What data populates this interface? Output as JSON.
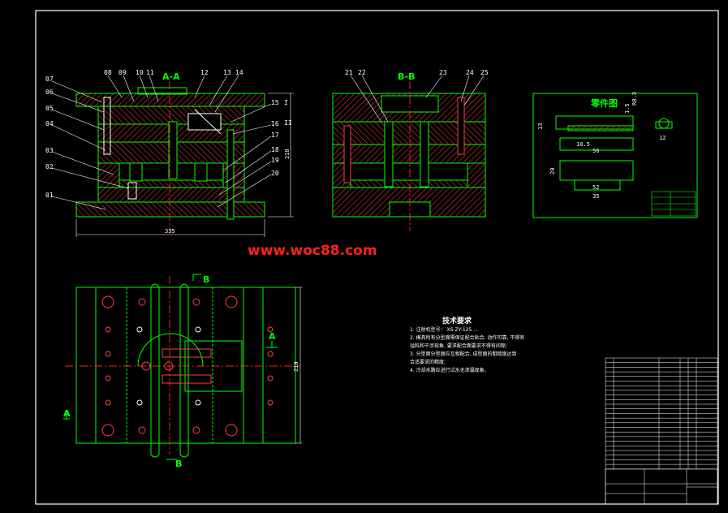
{
  "colors": {
    "background": "#000000",
    "outline": "#00ff00",
    "hatch": "#ff4040",
    "section": "#ffffff",
    "center": "#ff2020",
    "dim": "#ffffff",
    "watermark": "#ff2020"
  },
  "section_aa": {
    "title": "A-A",
    "labels": [
      "07",
      "06",
      "05",
      "04",
      "03",
      "02",
      "01",
      "08",
      "09",
      "10",
      "11",
      "12",
      "13",
      "14",
      "15",
      "16",
      "17",
      "18",
      "19",
      "20"
    ],
    "dim_width": "335",
    "dim_height": "210",
    "cut_i": "I",
    "cut_ii": "II"
  },
  "section_bb": {
    "title": "B-B",
    "labels": [
      "21",
      "22",
      "23",
      "24",
      "25"
    ]
  },
  "part_view": {
    "title": "零件图",
    "dims": [
      "13",
      "1.5",
      "R0.3",
      "10.5",
      "56",
      "20",
      "52",
      "35",
      "12"
    ],
    "table": [
      [
        "",
        "",
        "",
        ""
      ],
      [
        "",
        "",
        "",
        ""
      ],
      [
        "",
        "",
        "",
        ""
      ],
      [
        "",
        "",
        "",
        ""
      ]
    ]
  },
  "watermark": "www.woc88.com",
  "plan_view": {
    "cut_a": "A",
    "cut_b": "B",
    "dim_height": "210"
  },
  "tech_req": {
    "title": "技术要求",
    "lines": [
      "1. 注射机型号：  XS-ZY-125 ...",
      "2. 模具所有分型面需保证配合贴合, 动作可靠, 不得有",
      "溢料和干涉现象, 要求配合面要求不得有间隙;",
      "3. 分型面分型面应互相配合, 成型面的粗糙度达到",
      "合适要求的精度;",
      "4. 冷却水路应进行试水无渗漏现象。"
    ]
  }
}
